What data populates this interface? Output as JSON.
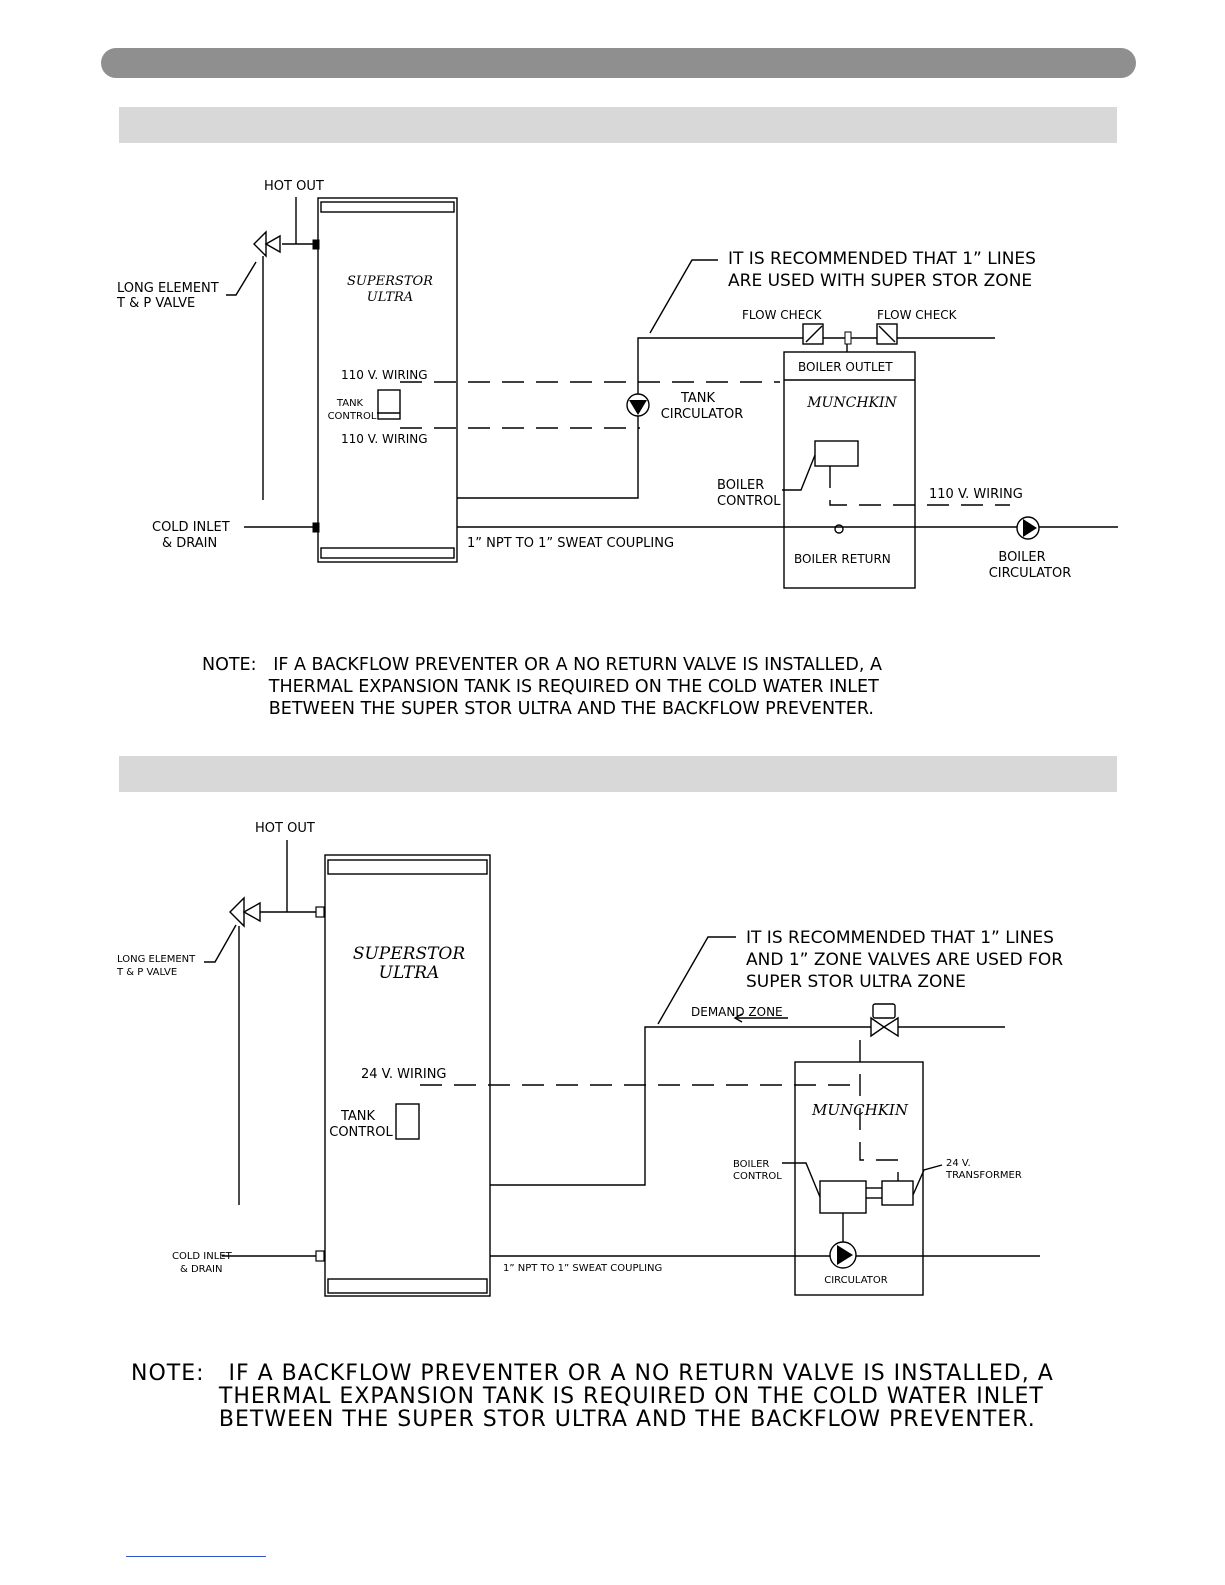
{
  "diagram1": {
    "hot_out": "HOT OUT",
    "long_element": "LONG ELEMENT",
    "tp_valve": "T & P VALVE",
    "tank_name_1": "SUPERSTOR",
    "tank_name_2": "ULTRA",
    "recommend_1": "IT IS RECOMMENDED THAT 1” LINES",
    "recommend_2": "ARE USED WITH SUPER STOR ZONE",
    "flow_check_left": "FLOW CHECK",
    "flow_check_right": "FLOW CHECK",
    "boiler_outlet": "BOILER OUTLET",
    "boiler_name": "MUNCHKIN",
    "wiring_top": "110 V. WIRING",
    "wiring_bottom": "110 V. WIRING",
    "tank_control_1": "TANK",
    "tank_control_2": "CONTROL",
    "tank_circulator_1": "TANK",
    "tank_circulator_2": "CIRCULATOR",
    "boiler_control_1": "BOILER",
    "boiler_control_2": "CONTROL",
    "wiring_boiler": "110 V. WIRING",
    "cold_inlet_1": "COLD INLET",
    "cold_inlet_2": "& DRAIN",
    "coupling": "1” NPT TO 1” SWEAT COUPLING",
    "boiler_return": "BOILER RETURN",
    "boiler_circulator_1": "BOILER",
    "boiler_circulator_2": "CIRCULATOR",
    "note": "NOTE:   IF A BACKFLOW PREVENTER OR A NO RETURN VALVE IS INSTALLED, A\n            THERMAL EXPANSION TANK IS REQUIRED ON THE COLD WATER INLET\n            BETWEEN THE SUPER STOR ULTRA AND THE BACKFLOW PREVENTER."
  },
  "diagram2": {
    "hot_out": "HOT OUT",
    "long_element": "LONG ELEMENT",
    "tp_valve": "T & P VALVE",
    "tank_name_1": "SUPERSTOR",
    "tank_name_2": "ULTRA",
    "recommend_1": "IT IS RECOMMENDED THAT 1” LINES",
    "recommend_2": "AND 1” ZONE VALVES ARE USED FOR",
    "recommend_3": "SUPER STOR ULTRA ZONE",
    "demand_zone": "DEMAND ZONE",
    "wiring": "24 V. WIRING",
    "tank_control_1": "TANK",
    "tank_control_2": "CONTROL",
    "boiler_name": "MUNCHKIN",
    "boiler_control_1": "BOILER",
    "boiler_control_2": "CONTROL",
    "transformer_1": "24 V.",
    "transformer_2": "TRANSFORMER",
    "cold_inlet_1": "COLD INLET",
    "cold_inlet_2": "& DRAIN",
    "coupling": "1” NPT TO 1” SWEAT COUPLING",
    "circulator": "CIRCULATOR",
    "note": "NOTE:   IF A BACKFLOW PREVENTER OR A NO RETURN VALVE IS INSTALLED, A\n           THERMAL EXPANSION TANK IS REQUIRED ON THE COLD WATER INLET\n           BETWEEN THE SUPER STOR ULTRA AND THE BACKFLOW PREVENTER."
  }
}
